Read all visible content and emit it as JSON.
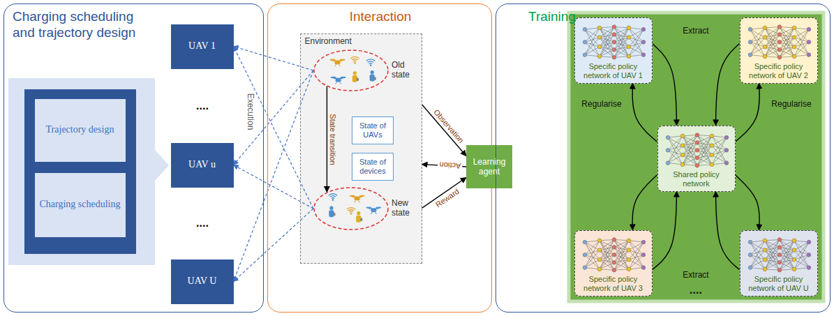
{
  "diagram": {
    "nodes": [
      {
        "text": [
          "Charging scheduling and trajectory design"
        ]
      },
      {
        "text": [
          "Trajectory design"
        ],
        "in": 0
      },
      {
        "text": [
          "Charging scheduling"
        ],
        "in": 0
      },
      {
        "text": [
          "UAV 1"
        ],
        "in": 0
      },
      {
        "text": [
          "UAV u"
        ],
        "in": 0
      },
      {
        "text": [
          "UAV U"
        ],
        "in": 0
      },
      {
        "text": [
          "Interaction"
        ]
      },
      {
        "text": [
          "Environment"
        ],
        "in": 6
      },
      {
        "text": [
          "Old state"
        ],
        "in": 7
      },
      {
        "text": [
          "New state"
        ],
        "in": 7
      },
      {
        "text": [
          "State of UAVs"
        ],
        "in": 7
      },
      {
        "text": [
          "State of devices"
        ],
        "in": 7
      },
      {
        "text": [
          "Learning agent"
        ]
      },
      {
        "text": [
          "Training"
        ]
      },
      {
        "text": [
          "Specific policy network of UAV 1"
        ],
        "in": 13
      },
      {
        "text": [
          "Specific policy network of UAV 2"
        ],
        "in": 13
      },
      {
        "text": [
          "Shared policy network"
        ],
        "in": 13
      },
      {
        "text": [
          "Specific policy network of UAV 3"
        ],
        "in": 13
      },
      {
        "text": [
          "Specific policy network of UAV U"
        ],
        "in": 13
      }
    ],
    "edges": [
      {
        "from": 8,
        "to": 9,
        "label": "State transition",
        "arrow": "to"
      },
      {
        "from": 8,
        "to": 3,
        "arrow": "to"
      },
      {
        "from": 9,
        "to": 3,
        "arrow": "to"
      },
      {
        "from": 8,
        "to": 4,
        "arrow": "to"
      },
      {
        "from": 9,
        "to": 4,
        "arrow": "to"
      },
      {
        "from": 8,
        "to": 5,
        "arrow": "to"
      },
      {
        "from": 9,
        "to": 5,
        "arrow": "to"
      },
      {
        "from": 7,
        "to": 12,
        "label": "Observation",
        "arrow": "to"
      },
      {
        "from": 12,
        "to": 7,
        "label": "Action",
        "arrow": "to"
      },
      {
        "from": 7,
        "to": 12,
        "label": "Reward",
        "arrow": "to"
      },
      {
        "from": 14,
        "to": 16,
        "arrow": "to"
      },
      {
        "from": 15,
        "to": 16,
        "arrow": "to"
      },
      {
        "from": 17,
        "to": 16,
        "arrow": "to"
      },
      {
        "from": 18,
        "to": 16,
        "arrow": "to"
      },
      {
        "from": 16,
        "to": 14,
        "arrow": "to"
      },
      {
        "from": 16,
        "to": 15,
        "arrow": "to"
      },
      {
        "from": 16,
        "to": 17,
        "arrow": "to"
      },
      {
        "from": 16,
        "to": 18,
        "arrow": "to"
      }
    ],
    "labels": [
      "....",
      "....",
      "Execution",
      "Extract",
      "Regularise",
      "Regularise",
      "Extract",
      "...."
    ]
  }
}
